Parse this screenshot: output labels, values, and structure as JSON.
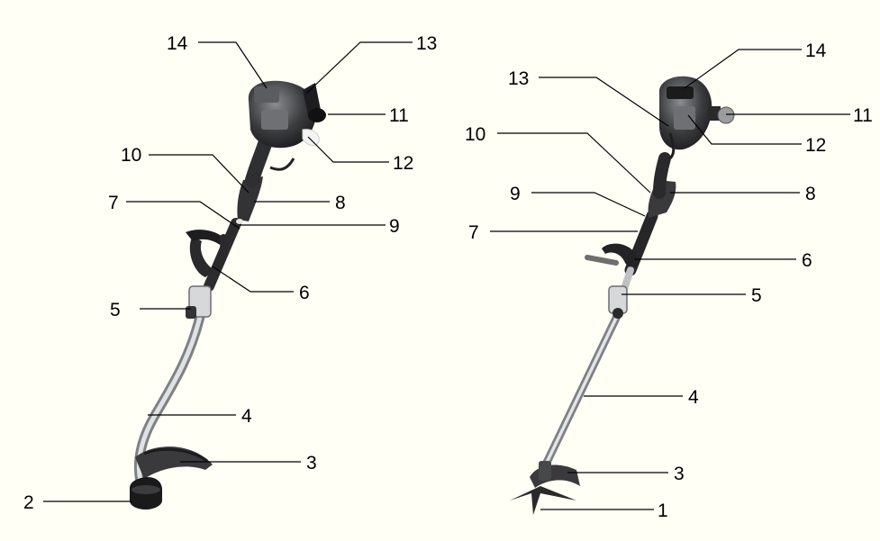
{
  "figure": {
    "trimmer_left": {
      "callouts": [
        {
          "id": "c14",
          "text": "14"
        },
        {
          "id": "c13",
          "text": "13"
        },
        {
          "id": "c11",
          "text": "11"
        },
        {
          "id": "c12",
          "text": "12"
        },
        {
          "id": "c10",
          "text": "10"
        },
        {
          "id": "c8",
          "text": "8"
        },
        {
          "id": "c7",
          "text": "7"
        },
        {
          "id": "c9",
          "text": "9"
        },
        {
          "id": "c6",
          "text": "6"
        },
        {
          "id": "c5",
          "text": "5"
        },
        {
          "id": "c4",
          "text": "4"
        },
        {
          "id": "c3",
          "text": "3"
        },
        {
          "id": "c2",
          "text": "2"
        }
      ]
    },
    "trimmer_right": {
      "callouts": [
        {
          "id": "d14",
          "text": "14"
        },
        {
          "id": "d13",
          "text": "13"
        },
        {
          "id": "d11",
          "text": "11"
        },
        {
          "id": "d12",
          "text": "12"
        },
        {
          "id": "d10",
          "text": "10"
        },
        {
          "id": "d8",
          "text": "8"
        },
        {
          "id": "d9",
          "text": "9"
        },
        {
          "id": "d7",
          "text": "7"
        },
        {
          "id": "d6",
          "text": "6"
        },
        {
          "id": "d5",
          "text": "5"
        },
        {
          "id": "d4",
          "text": "4"
        },
        {
          "id": "d3",
          "text": "3"
        },
        {
          "id": "d1",
          "text": "1"
        }
      ]
    }
  },
  "colors": {
    "background": "#fffff6",
    "shaft": "#c9ccce",
    "housing": "#2f3032",
    "line": "#000000"
  }
}
